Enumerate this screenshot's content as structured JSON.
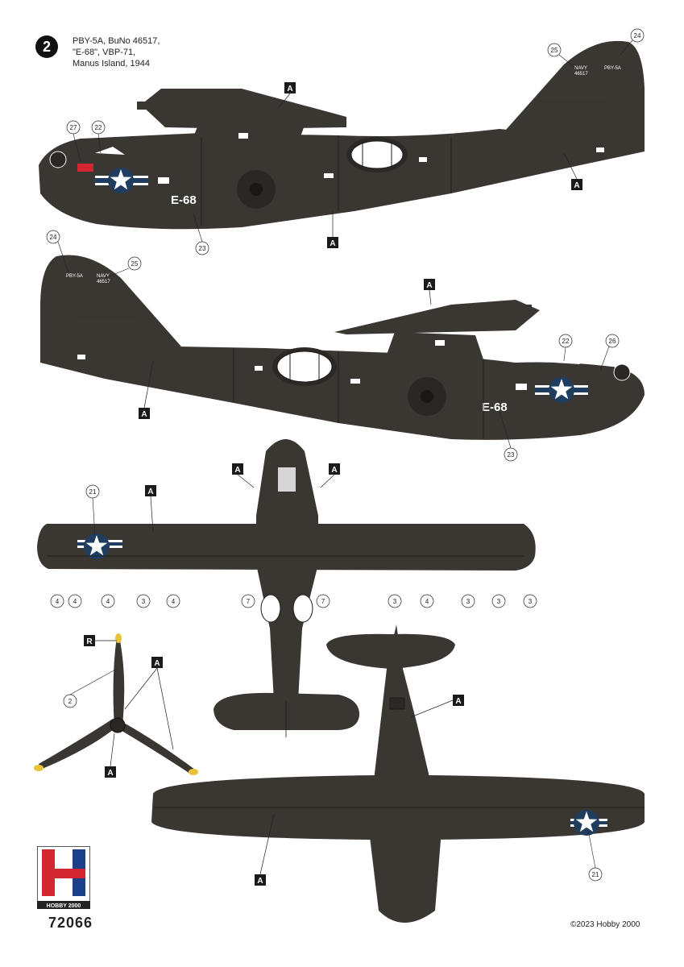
{
  "header": {
    "sheet_number": "2",
    "line1": "PBY-5A, BuNo 46517,",
    "line2": "\"E-68\", VBP-71,",
    "line3": "Manus Island, 1944"
  },
  "codes": {
    "fuselage_code": "E-68",
    "tail_navy": "NAVY",
    "tail_serial": "46517",
    "tail_type": "PBY-5A"
  },
  "paint_letters": {
    "a": "A",
    "r": "R"
  },
  "callouts": {
    "c2": "2",
    "c3": "3",
    "c4": "4",
    "c7": "7",
    "c21": "21",
    "c22": "22",
    "c23": "23",
    "c24": "24",
    "c25": "25",
    "c26": "26",
    "c27": "27"
  },
  "colors": {
    "aircraft": "#3a3632",
    "insignia_blue": "#1f3d5e",
    "prop_tip": "#e8c33a",
    "logo_red": "#d22630",
    "logo_blue": "#1b3f8a"
  },
  "logo": {
    "letter": "H",
    "caption": "HOBBY 2000"
  },
  "footer": {
    "kit_number": "72066",
    "copyright": "©2023 Hobby 2000"
  }
}
